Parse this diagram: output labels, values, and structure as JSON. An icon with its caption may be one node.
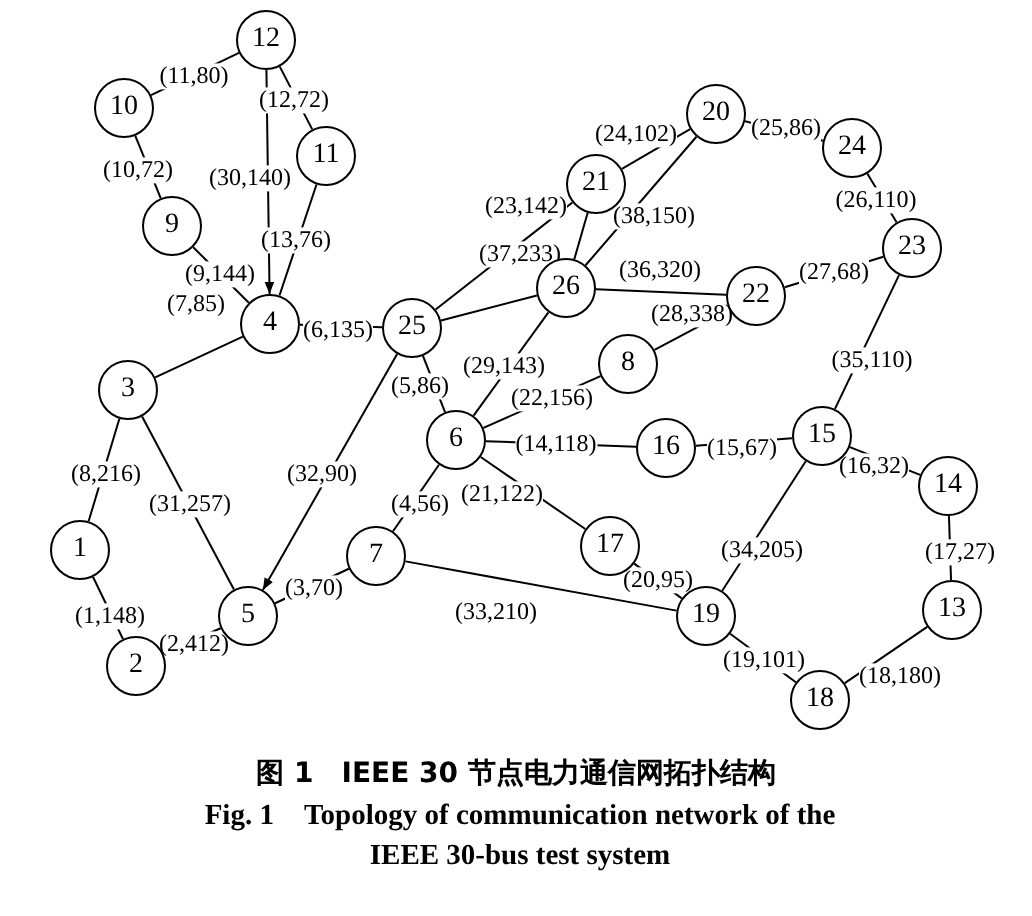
{
  "diagram": {
    "caption": "图 1　IEEE 30 节点电力通信网拓扑结构",
    "nodes": [
      {
        "text": [
          "1"
        ]
      },
      {
        "text": [
          "2"
        ]
      },
      {
        "text": [
          "3"
        ]
      },
      {
        "text": [
          "4"
        ]
      },
      {
        "text": [
          "5"
        ]
      },
      {
        "text": [
          "6"
        ]
      },
      {
        "text": [
          "7"
        ]
      },
      {
        "text": [
          "8"
        ]
      },
      {
        "text": [
          "9"
        ]
      },
      {
        "text": [
          "10"
        ]
      },
      {
        "text": [
          "11"
        ]
      },
      {
        "text": [
          "12"
        ]
      },
      {
        "text": [
          "13"
        ]
      },
      {
        "text": [
          "14"
        ]
      },
      {
        "text": [
          "15"
        ]
      },
      {
        "text": [
          "16"
        ]
      },
      {
        "text": [
          "17"
        ]
      },
      {
        "text": [
          "18"
        ]
      },
      {
        "text": [
          "19"
        ]
      },
      {
        "text": [
          "20"
        ]
      },
      {
        "text": [
          "21"
        ]
      },
      {
        "text": [
          "22"
        ]
      },
      {
        "text": [
          "23"
        ]
      },
      {
        "text": [
          "24"
        ]
      },
      {
        "text": [
          "25"
        ]
      },
      {
        "text": [
          "26"
        ]
      }
    ],
    "edges": [
      {
        "from": 0,
        "to": 1,
        "arrow": "none",
        "label": "(1,148)"
      },
      {
        "from": 1,
        "to": 4,
        "arrow": "none",
        "label": "(2,412)"
      },
      {
        "from": 4,
        "to": 6,
        "arrow": "none",
        "label": "(3,70)"
      },
      {
        "from": 6,
        "to": 5,
        "arrow": "none",
        "label": "(4,56)"
      },
      {
        "from": 24,
        "to": 5,
        "arrow": "none",
        "label": "(5,86)"
      },
      {
        "from": 3,
        "to": 24,
        "arrow": "none",
        "label": "(6,135)"
      },
      {
        "from": 2,
        "to": 3,
        "arrow": "none",
        "label": "(7,85)"
      },
      {
        "from": 2,
        "to": 0,
        "arrow": "none",
        "label": "(8,216)"
      },
      {
        "from": 8,
        "to": 3,
        "arrow": "none",
        "label": "(9,144)"
      },
      {
        "from": 9,
        "to": 8,
        "arrow": "none",
        "label": "(10,72)"
      },
      {
        "from": 9,
        "to": 11,
        "arrow": "none",
        "label": "(11,80)"
      },
      {
        "from": 11,
        "to": 10,
        "arrow": "none",
        "label": "(12,72)"
      },
      {
        "from": 10,
        "to": 3,
        "arrow": "none",
        "label": "(13,76)"
      },
      {
        "from": 5,
        "to": 15,
        "arrow": "none",
        "label": "(14,118)"
      },
      {
        "from": 15,
        "to": 14,
        "arrow": "none",
        "label": "(15,67)"
      },
      {
        "from": 14,
        "to": 13,
        "arrow": "none",
        "label": "(16,32)"
      },
      {
        "from": 13,
        "to": 12,
        "arrow": "none",
        "label": "(17,27)"
      },
      {
        "from": 12,
        "to": 17,
        "arrow": "none",
        "label": "(18,180)"
      },
      {
        "from": 18,
        "to": 17,
        "arrow": "none",
        "label": "(19,101)"
      },
      {
        "from": 16,
        "to": 18,
        "arrow": "none",
        "label": "(20,95)"
      },
      {
        "from": 5,
        "to": 16,
        "arrow": "none",
        "label": "(21,122)"
      },
      {
        "from": 5,
        "to": 7,
        "arrow": "none",
        "label": "(22,156)"
      },
      {
        "from": 24,
        "to": 20,
        "arrow": "none",
        "label": "(23,142)"
      },
      {
        "from": 20,
        "to": 19,
        "arrow": "none",
        "label": "(24,102)"
      },
      {
        "from": 19,
        "to": 23,
        "arrow": "none",
        "label": "(25,86)"
      },
      {
        "from": 23,
        "to": 22,
        "arrow": "none",
        "label": "(26,110)"
      },
      {
        "from": 21,
        "to": 22,
        "arrow": "none",
        "label": "(27,68)"
      },
      {
        "from": 7,
        "to": 21,
        "arrow": "none",
        "label": "(28,338)"
      },
      {
        "from": 5,
        "to": 25,
        "arrow": "none",
        "label": "(29,143)"
      },
      {
        "from": 11,
        "to": 3,
        "arrow": "to",
        "label": "(30,140)"
      },
      {
        "from": 2,
        "to": 4,
        "arrow": "none",
        "label": "(31,257)"
      },
      {
        "from": 24,
        "to": 4,
        "arrow": "to",
        "label": "(32,90)"
      },
      {
        "from": 6,
        "to": 18,
        "arrow": "none",
        "label": "(33,210)"
      },
      {
        "from": 18,
        "to": 14,
        "arrow": "none",
        "label": "(34,205)"
      },
      {
        "from": 22,
        "to": 14,
        "arrow": "none",
        "label": "(35,110)"
      },
      {
        "from": 25,
        "to": 21,
        "arrow": "none",
        "label": "(36,320)"
      },
      {
        "from": 24,
        "to": 25,
        "arrow": "none",
        "label": "(37,233)"
      },
      {
        "from": 25,
        "to": 19,
        "arrow": "none",
        "label": "(38,150)"
      },
      {
        "from": 25,
        "to": 20,
        "arrow": "none"
      }
    ],
    "labels": [
      "Fig. 1　Topology of communication network of the IEEE 30-bus test system"
    ]
  }
}
